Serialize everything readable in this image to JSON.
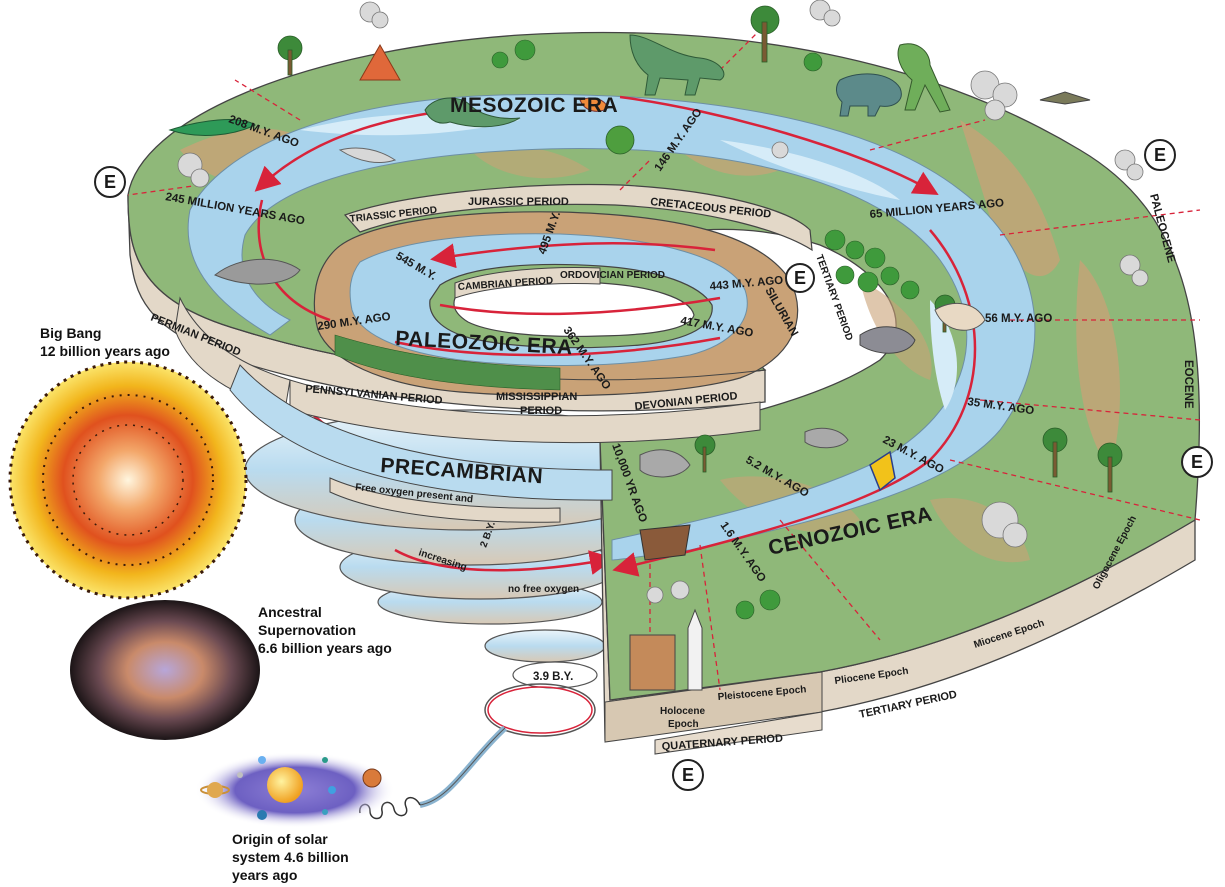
{
  "eras": {
    "mesozoic": "MESOZOIC ERA",
    "paleozoic": "PALEOZOIC ERA",
    "precambrian": "PRECAMBRIAN",
    "cenozoic": "CENOZOIC ERA"
  },
  "ages": {
    "a245": "245 MILLION YEARS AGO",
    "a208": "208 M.Y. AGO",
    "a146": "146 M.Y. AGO",
    "a65": "65 MILLION YEARS AGO",
    "a545": "545 M.Y.",
    "a495": "495 M.Y.",
    "a443": "443 M.Y. AGO",
    "a417": "417 M.Y. AGO",
    "a362": "362 M.Y. AGO",
    "a290": "290 M.Y. AGO",
    "a56": "56 M.Y. AGO",
    "a35": "35 M.Y. AGO",
    "a23": "23 M.Y. AGO",
    "a52": "5.2 M.Y. AGO",
    "a16": "1.6 M.Y. AGO",
    "a10000": "10,000 YR AGO",
    "a2by": "2 B.Y.",
    "a39by": "3.9 B.Y."
  },
  "periods": {
    "triassic": "TRIASSIC PERIOD",
    "jurassic": "JURASSIC PERIOD",
    "cretaceous": "CRETACEOUS PERIOD",
    "tertiary_small": "TERTIARY PERIOD",
    "cambrian": "CAMBRIAN PERIOD",
    "ordovician": "ORDOVICIAN PERIOD",
    "silurian": "SILURIAN",
    "permian": "PERMIAN PERIOD",
    "pennsylvanian": "PENNSYLVANIAN PERIOD",
    "mississippian_1": "MISSISSIPPIAN",
    "mississippian_2": "PERIOD",
    "devonian": "DEVONIAN PERIOD",
    "quaternary": "QUATERNARY PERIOD",
    "tertiary": "TERTIARY PERIOD"
  },
  "epochs": {
    "holocene_1": "Holocene",
    "holocene_2": "Epoch",
    "pleistocene": "Pleistocene Epoch",
    "pliocene": "Pliocene Epoch",
    "miocene": "Miocene Epoch",
    "oligocene": "Oligocene Epoch",
    "eocene": "EOCENE",
    "paleocene": "PALEOCENE"
  },
  "oxygen": {
    "free": "Free oxygen present and",
    "increasing": "increasing",
    "none": "no free oxygen"
  },
  "events": {
    "big_bang_1": "Big Bang",
    "big_bang_2": "12 billion years ago",
    "supernova_1": "Ancestral",
    "supernova_2": "Supernovation",
    "supernova_3": "6.6 billion years ago",
    "solar_1": "Origin of solar",
    "solar_2": "system 4.6 billion",
    "solar_3": "years ago"
  },
  "extinction_marker": "E",
  "colors": {
    "land": "#8fb879",
    "land_dark": "#6f9a5c",
    "soil": "#c9a277",
    "water": "#a9d3ec",
    "water_light": "#d6ecf8",
    "wall": "#e3d8c8",
    "wall_dark": "#c8b9a4",
    "arrow": "#d8233a",
    "divider": "#d8233a"
  }
}
